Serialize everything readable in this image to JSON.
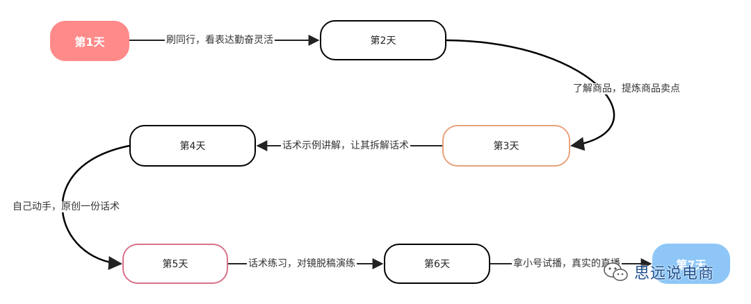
{
  "nodes": {
    "day1": "第1天",
    "day2": "第2天",
    "day3": "第3天",
    "day4": "第4天",
    "day5": "第5天",
    "day6": "第6天",
    "day7": "第7天"
  },
  "edges": {
    "e1_2": "刷同行，看表达勤奋灵活",
    "e2_3": "了解商品，提炼商品卖点",
    "e3_4": "话术示例讲解，让其拆解话术",
    "e4_5": "自己动手，原创一份话术",
    "e5_6": "话术练习，对镜脱稿演练",
    "e6_7": "拿小号试播，真实的直播"
  },
  "watermark": {
    "icon": "wechat-icon",
    "text": "思远说电商"
  },
  "colors": {
    "day1_fill": "#ff8a8a",
    "day3_border": "#e8a27a",
    "day5_border": "#d9708a",
    "day7_fill": "#8ec7f7"
  }
}
